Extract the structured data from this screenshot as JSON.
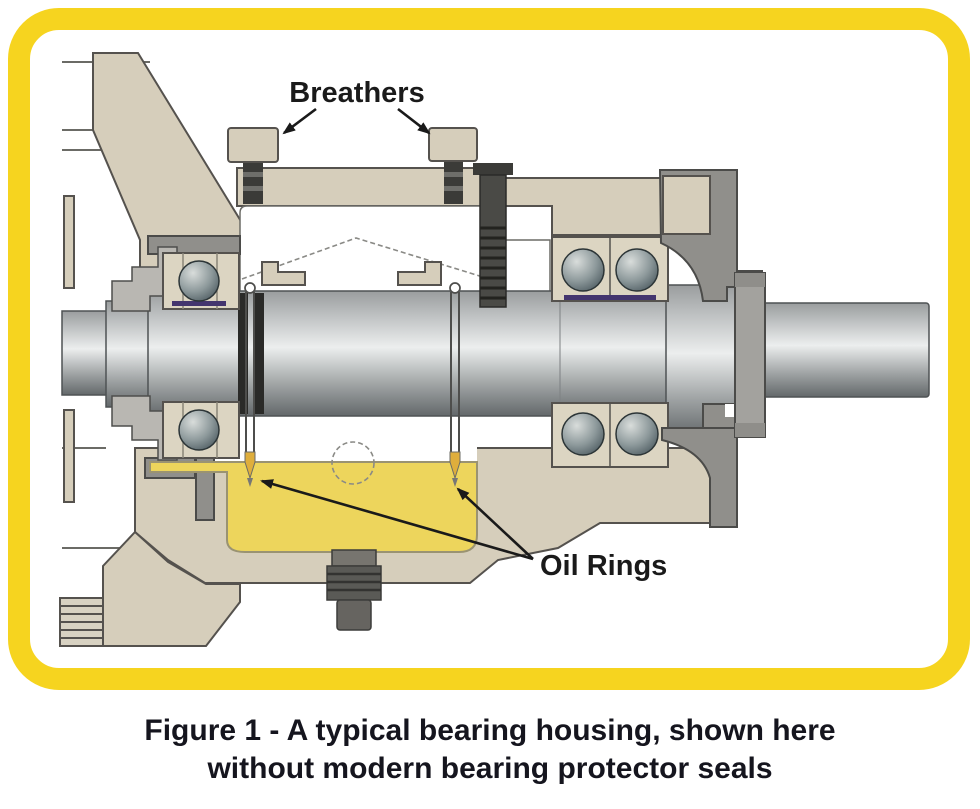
{
  "figure": {
    "label_breathers": "Breathers",
    "label_oil_rings": "Oil Rings",
    "caption_line1": "Figure 1 -  A typical bearing housing, shown here",
    "caption_line2": "without modern bearing protector seals"
  },
  "colors": {
    "frame_yellow": "#F6D41F",
    "oil_yellow": "#EDD55C",
    "housing_beige": "#D6CEBB",
    "metal_gray": "#8F8E8A",
    "label_text": "#1A1A1A",
    "caption_text": "#15151E"
  }
}
